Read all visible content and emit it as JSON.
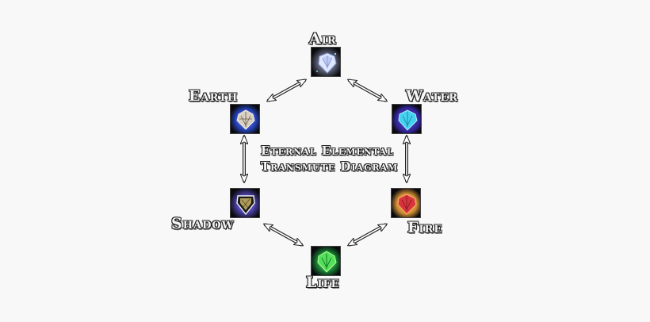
{
  "diagram": {
    "title_line1": "Eternal Elemental",
    "title_line2": "Transmute Diagram",
    "background": "#f8f8f8",
    "nodes": [
      {
        "id": "air",
        "label": "Air",
        "glow": "#b9d4ff",
        "core": "#e6ecff",
        "accent": "#7fd8e8"
      },
      {
        "id": "water",
        "label": "Water",
        "glow": "#3a4fd8",
        "core": "#43d2ee",
        "accent": "#6a4ef0"
      },
      {
        "id": "fire",
        "label": "Fire",
        "glow": "#f2a63a",
        "core": "#d8343c",
        "accent": "#ffd36a"
      },
      {
        "id": "life",
        "label": "Life",
        "glow": "#1a9a3a",
        "core": "#52e05a",
        "accent": "#b8ff9a"
      },
      {
        "id": "shadow",
        "label": "Shadow",
        "glow": "#6a5cf0",
        "core": "#c8b46a",
        "accent": "#e8e0ff"
      },
      {
        "id": "earth",
        "label": "Earth",
        "glow": "#2e52e8",
        "core": "#d8d0c0",
        "accent": "#8aa8ff"
      }
    ],
    "connections": [
      {
        "from": "air",
        "to": "water",
        "type": "bidirectional"
      },
      {
        "from": "water",
        "to": "fire",
        "type": "bidirectional"
      },
      {
        "from": "fire",
        "to": "life",
        "type": "bidirectional"
      },
      {
        "from": "life",
        "to": "shadow",
        "type": "bidirectional"
      },
      {
        "from": "shadow",
        "to": "earth",
        "type": "bidirectional"
      },
      {
        "from": "earth",
        "to": "air",
        "type": "bidirectional"
      }
    ]
  }
}
